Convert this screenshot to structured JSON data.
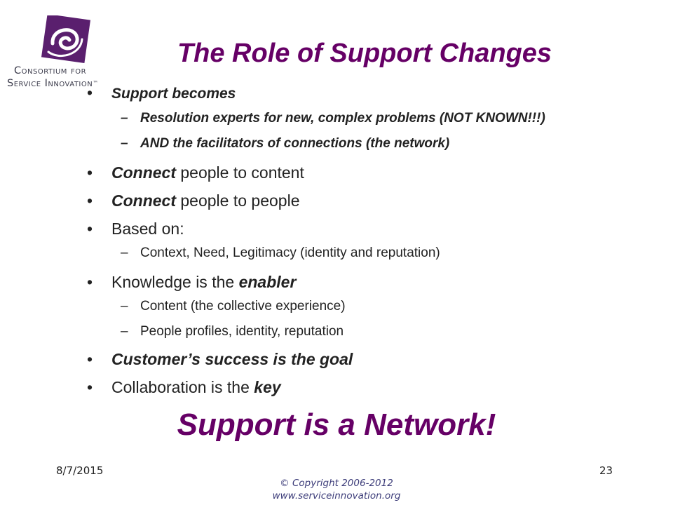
{
  "logo": {
    "line1": "Consortium for",
    "line2": "Service Innovation",
    "suffix": "™"
  },
  "title": "The Role of Support Changes",
  "bullet_char": "•",
  "dash_char": "–",
  "items": {
    "i1": {
      "text": "Support becomes"
    },
    "s1": {
      "text": "Resolution experts for new, complex problems (NOT KNOWN!!!)"
    },
    "s2": {
      "text": "AND the facilitators of connections (the network)"
    },
    "i2": {
      "em": "Connect",
      "rest": " people to content"
    },
    "i3": {
      "em": "Connect",
      "rest": " people to people"
    },
    "i4": {
      "text": "Based on:"
    },
    "s3": {
      "text": "Context, Need, Legitimacy (identity and reputation)"
    },
    "i5": {
      "pre": "Knowledge is the ",
      "em": "enabler"
    },
    "s4": {
      "text": "Content (the collective experience)"
    },
    "s5": {
      "text": "People profiles, identity, reputation"
    },
    "i6": {
      "text": "Customer’s success is the goal"
    },
    "i7": {
      "pre": "Collaboration is the ",
      "em": "key"
    }
  },
  "tagline": "Support is a Network!",
  "footer": {
    "date": "8/7/2015",
    "page_number": "23",
    "copyright": "© Copyright 2006-2012",
    "url": "www.serviceinnovation.org"
  },
  "colors": {
    "accent": "#660066",
    "logo_purple": "#5a1f6e",
    "footer_text": "#3d3d7a"
  }
}
